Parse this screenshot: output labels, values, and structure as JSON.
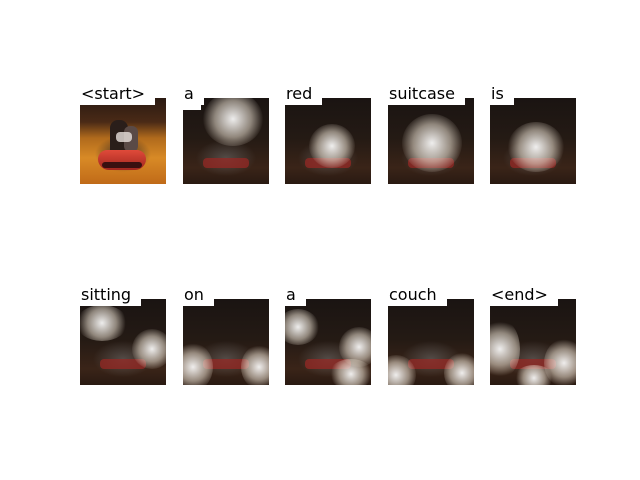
{
  "panels": [
    {
      "word": "<start>"
    },
    {
      "word": "a"
    },
    {
      "word": "red"
    },
    {
      "word": "suitcase"
    },
    {
      "word": "is"
    },
    {
      "word": "sitting"
    },
    {
      "word": "on"
    },
    {
      "word": "a"
    },
    {
      "word": "couch"
    },
    {
      "word": "<end>"
    }
  ]
}
